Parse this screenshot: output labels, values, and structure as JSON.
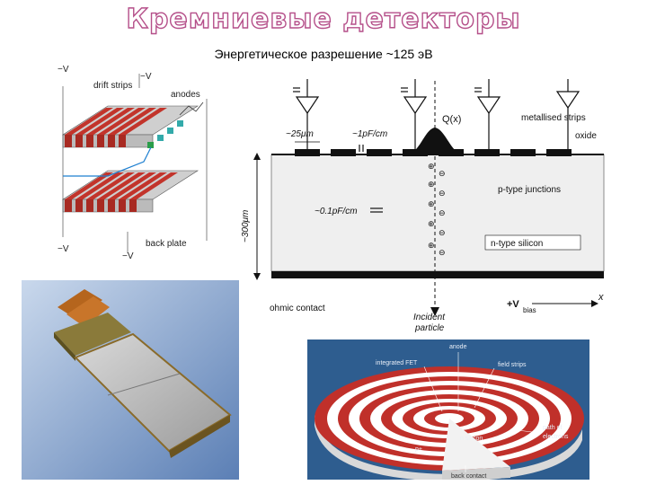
{
  "page": {
    "title": "Кремниевые детекторы",
    "subtitle": "Энергетическое разрешение ~125 эВ"
  },
  "drift_diagram": {
    "labels": {
      "top_voltage": "−V",
      "top_voltage_right": "−V",
      "drift_strips": "drift strips",
      "anodes": "anodes",
      "back_plate": "back plate",
      "bottom_voltage_left": "−V",
      "bottom_voltage_right": "−V"
    }
  },
  "cross_section": {
    "labels": {
      "pitch": "~25μm",
      "capacitance_strip": "~1pF/cm",
      "charge": "Q(x)",
      "metallised_strips": "metallised strips",
      "oxide": "oxide",
      "thickness": "~300μm",
      "capacitance_bulk": "~0.1pF/cm",
      "p_type": "p-type junctions",
      "n_type": "n-type silicon",
      "ohmic": "ohmic contact",
      "bias": "+V",
      "bias_sub": "bias",
      "axis_x": "x",
      "incident": "Incident",
      "particle": "particle"
    }
  },
  "sdd_diagram": {
    "labels": {
      "anode": "anode",
      "integrated_fet": "integrated FET",
      "field_strips": "field strips",
      "path_electrons": "path of",
      "path_electrons_2": "electrons",
      "n_silicon": "n silicon",
      "back_contact": "back contact",
      "p_plus": "p+"
    }
  }
}
